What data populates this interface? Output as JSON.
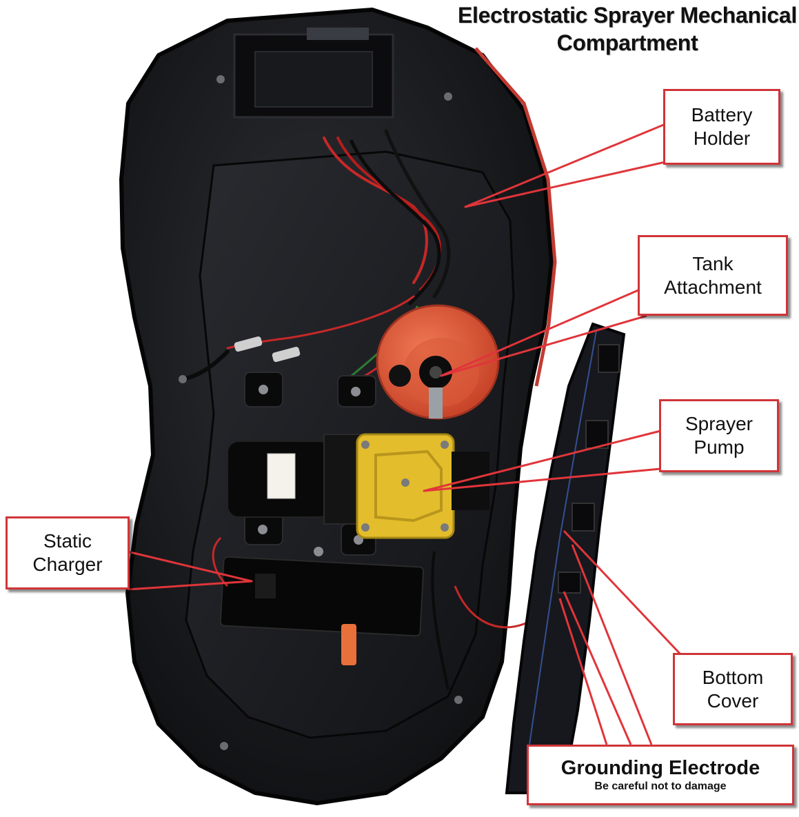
{
  "title": {
    "line1": "Electrostatic Sprayer",
    "line2": "Mechanical Compartment"
  },
  "labels": {
    "battery": {
      "line1": "Battery",
      "line2": "Holder"
    },
    "tank": {
      "line1": "Tank",
      "line2": "Attachment"
    },
    "pump": {
      "line1": "Sprayer",
      "line2": "Pump"
    },
    "static": {
      "line1": "Static",
      "line2": "Charger"
    },
    "bottom": {
      "line1": "Bottom",
      "line2": "Cover"
    },
    "ground": {
      "title": "Grounding Electrode",
      "note": "Be careful not to damage"
    }
  },
  "colors": {
    "callout_border": "#d03438",
    "leader_line": "#e0353a",
    "housing": "#161719",
    "tank_connector": "#e8603c",
    "pump_head": "#e3bd2c"
  }
}
